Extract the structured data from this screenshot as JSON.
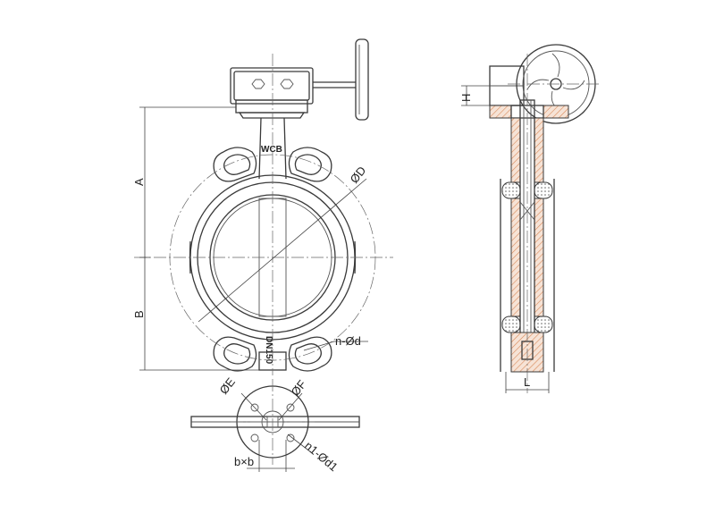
{
  "labels": {
    "body_material": "WCB",
    "nominal_size": "DN150",
    "dim_a": "A",
    "dim_b": "B",
    "dim_d": "ØD",
    "dim_bolt_holes": "n-Ød",
    "dim_e": "ØE",
    "dim_f": "ØF",
    "dim_flange_holes": "n1-Ød1",
    "dim_square": "b×b",
    "dim_h": "H",
    "dim_l": "L"
  },
  "colors": {
    "line": "#3a3a3a",
    "hatch": "#d98a5a"
  }
}
